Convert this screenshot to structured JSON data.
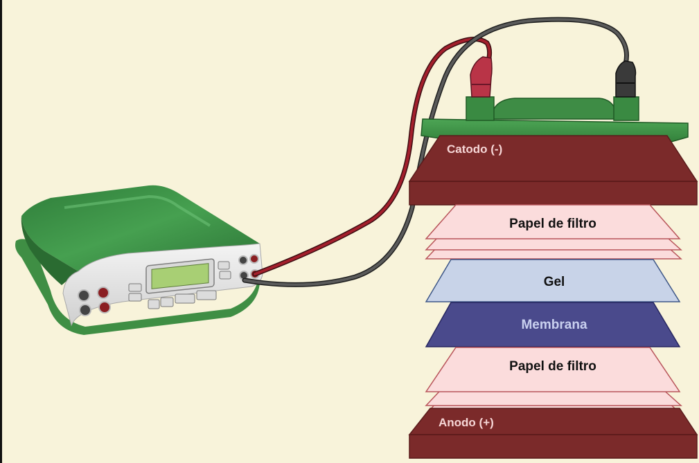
{
  "labels": {
    "cathode": "Catodo (-)",
    "filter_top": "Papel de filtro",
    "gel": "Gel",
    "membrane": "Membrana",
    "filter_bottom": "Papel de filtro",
    "anode": "Anodo (+)"
  },
  "colors": {
    "background": "#f8f3da",
    "electrode": "#7b2a2a",
    "filter_paper": "#fbdcdc",
    "gel": "#c8d3e8",
    "membrane": "#4a4a8c",
    "membrane_text": "#c9d0ef",
    "lid_green": "#3e8c45",
    "red_lead": "#a31f2c",
    "black_lead": "#4a4a4a"
  }
}
